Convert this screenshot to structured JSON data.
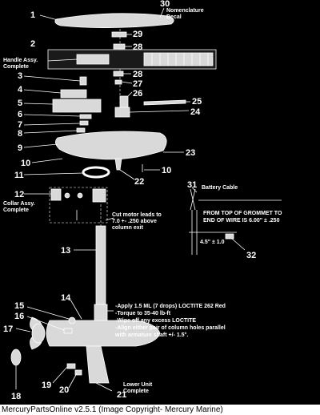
{
  "callouts": {
    "n1": "1",
    "n2": "2",
    "n3": "3",
    "n4": "4",
    "n5": "5",
    "n6": "6",
    "n7": "7",
    "n8": "8",
    "n9": "9",
    "n10a": "10",
    "n10b": "10",
    "n11": "11",
    "n12": "12",
    "n13": "13",
    "n14": "14",
    "n15": "15",
    "n16": "16",
    "n17": "17",
    "n18": "18",
    "n19": "19",
    "n20": "20",
    "n21": "21",
    "n22": "22",
    "n23": "23",
    "n24": "24",
    "n25": "25",
    "n26": "26",
    "n27": "27",
    "n28a": "28",
    "n28b": "28",
    "n29": "29",
    "n30": "30",
    "n31": "31",
    "n32": "32"
  },
  "labels": {
    "nomenclature_1": "Nomenclature",
    "nomenclature_2": "Decal",
    "handle_1": "Handle Assy.",
    "handle_2": "Complete",
    "collar_1": "Collar Assy.",
    "collar_2": "Complete",
    "battery_cable": "Battery Cable",
    "grommet_1": "FROM TOP OF GROMMET TO",
    "grommet_2": "END OF WIRE IS 6.00\" ± .250",
    "dim_small": "4.5\" ± 1.0",
    "cut_1": "Cut motor leads to",
    "cut_2": "7.0 +- .250 above",
    "cut_3": "column exit",
    "inst_1": "-Apply 1.5 ML (7 drops) LOCTITE 262 Red",
    "inst_2": "-Torque to 35-40 lb-ft",
    "inst_3": "-Wipe off any excess LOCTITE",
    "inst_4": "-Align either pair of column holes parallel",
    "inst_5": "with armature shaft +/- 1.5°.",
    "lower_1": "Lower Unit",
    "lower_2": "Complete"
  },
  "footer": "MercuryPartsOnline v2.5.1 (Image Copyright- Mercury Marine)"
}
